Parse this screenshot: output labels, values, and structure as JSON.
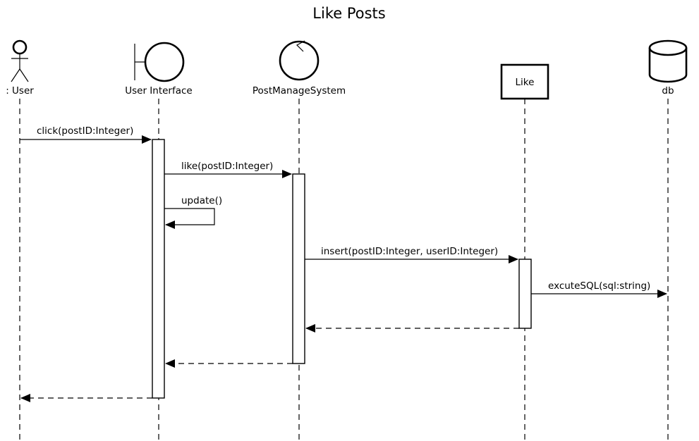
{
  "diagram": {
    "title": "Like Posts",
    "participants": [
      {
        "id": "user",
        "kind": "actor",
        "label": ": User"
      },
      {
        "id": "ui",
        "kind": "boundary",
        "label": "User Interface"
      },
      {
        "id": "pms",
        "kind": "control",
        "label": "PostManageSystem"
      },
      {
        "id": "like",
        "kind": "entity-box",
        "label": "Like"
      },
      {
        "id": "db",
        "kind": "database",
        "label": "db"
      }
    ],
    "messages": [
      {
        "from": "user",
        "to": "ui",
        "label": "click(postID:Integer)",
        "type": "sync"
      },
      {
        "from": "ui",
        "to": "pms",
        "label": "like(postID:Integer)",
        "type": "sync"
      },
      {
        "from": "ui",
        "to": "ui",
        "label": "update()",
        "type": "self"
      },
      {
        "from": "pms",
        "to": "like",
        "label": "insert(postID:Integer, userID:Integer)",
        "type": "sync"
      },
      {
        "from": "like",
        "to": "db",
        "label": "excuteSQL(sql:string)",
        "type": "sync"
      },
      {
        "from": "like",
        "to": "pms",
        "label": "",
        "type": "return"
      },
      {
        "from": "pms",
        "to": "ui",
        "label": "",
        "type": "return"
      },
      {
        "from": "ui",
        "to": "user",
        "label": "",
        "type": "return"
      }
    ]
  }
}
